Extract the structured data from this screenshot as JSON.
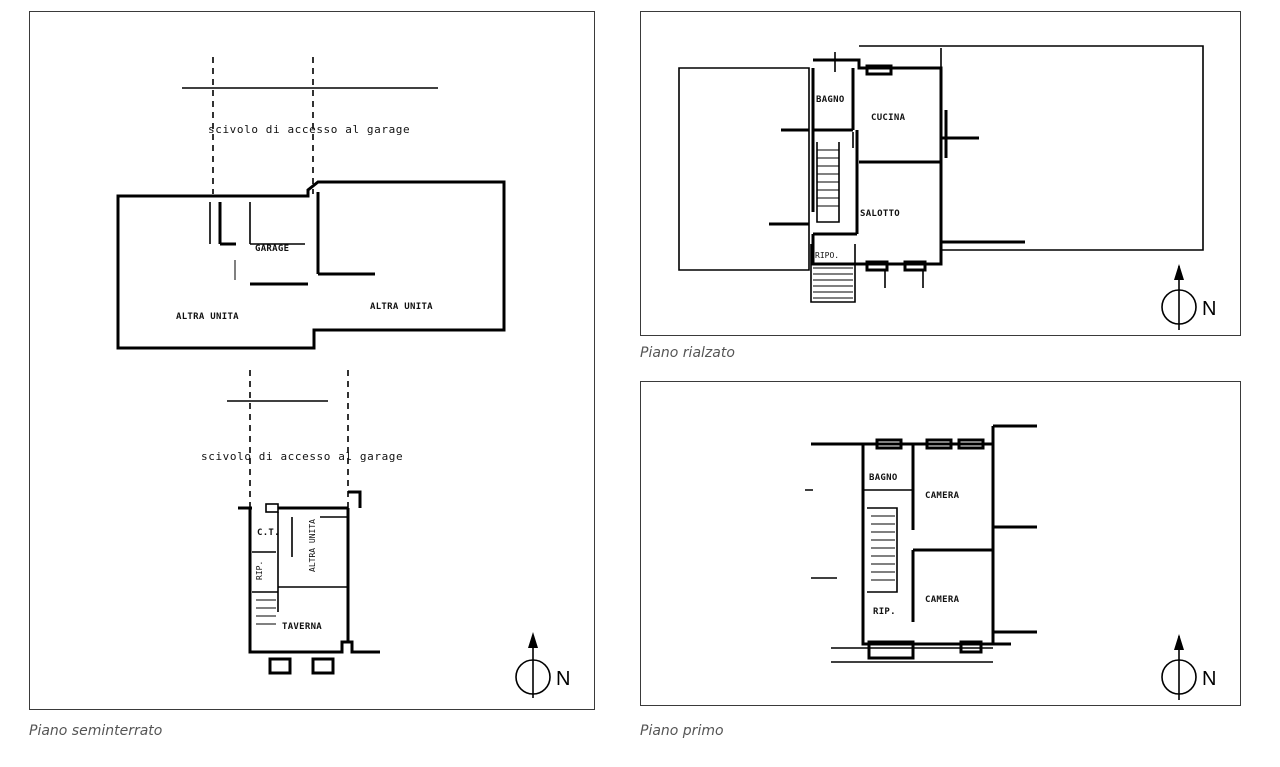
{
  "plans": {
    "seminterrato": {
      "caption": "Piano seminterrato",
      "upper_ramp": "scivolo di accesso al garage",
      "garage": "GARAGE",
      "altra_unita_left": "ALTRA UNITA",
      "altra_unita_right": "ALTRA UNITA",
      "lower_ramp": "scivolo di accesso al garage",
      "ct": "C.T.",
      "altra_unita_small": "ALTRA UNITA",
      "rip": "RIP.",
      "taverna": "TAVERNA",
      "north": "N"
    },
    "rialzato": {
      "caption": "Piano rialzato",
      "bagno": "BAGNO",
      "cucina": "CUCINA",
      "soggiorno": "SALOTTO",
      "ripostiglio": "RIPO.",
      "north": "N"
    },
    "primo": {
      "caption": "Piano primo",
      "bagno": "BAGNO",
      "camera_1": "CAMERA",
      "camera_2": "CAMERA",
      "rip": "RIP.",
      "north": "N"
    }
  }
}
